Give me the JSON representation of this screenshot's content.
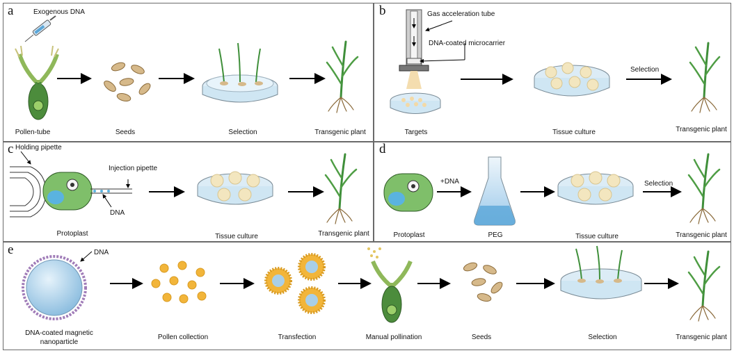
{
  "panels": {
    "a": {
      "letter": "a",
      "exogenous_dna": "Exogenous DNA",
      "pollen_tube": "Pollen-tube",
      "seeds": "Seeds",
      "selection": "Selection",
      "transgenic": "Transgenic plant"
    },
    "b": {
      "letter": "b",
      "gas_tube": "Gas acceleration tube",
      "microcarrier": "DNA-coated microcarrier",
      "targets": "Targets",
      "tissue_culture": "Tissue culture",
      "selection": "Selection",
      "transgenic": "Transgenic plant"
    },
    "c": {
      "letter": "c",
      "holding_pipette": "Holding pipette",
      "injection_pipette": "Injection pipette",
      "dna": "DNA",
      "protoplast": "Protoplast",
      "tissue_culture": "Tissue culture",
      "transgenic": "Transgenic plant"
    },
    "d": {
      "letter": "d",
      "plus_dna": "+DNA",
      "protoplast": "Protoplast",
      "peg": "PEG",
      "tissue_culture": "Tissue culture",
      "selection": "Selection",
      "transgenic": "Transgenic plant"
    },
    "e": {
      "letter": "e",
      "dna": "DNA",
      "nanoparticle_line1": "DNA-coated magnetic",
      "nanoparticle_line2": "nanoparticle",
      "pollen_collection": "Pollen collection",
      "transfection": "Transfection",
      "manual_pollination": "Manual pollination",
      "seeds": "Seeds",
      "selection": "Selection",
      "transgenic": "Transgenic plant"
    }
  },
  "colors": {
    "border": "#6a6a6a",
    "plant_green": "#3f8f3a",
    "root_brown": "#8a6a3a",
    "seed_tan": "#d6b98a",
    "dish_blue": "#cfe6f3",
    "callus_cream": "#f3e6bf",
    "pollen_yellow": "#f2b53a",
    "cell_green": "#7fbf6a",
    "nucleus_blue": "#5ab3e0"
  }
}
